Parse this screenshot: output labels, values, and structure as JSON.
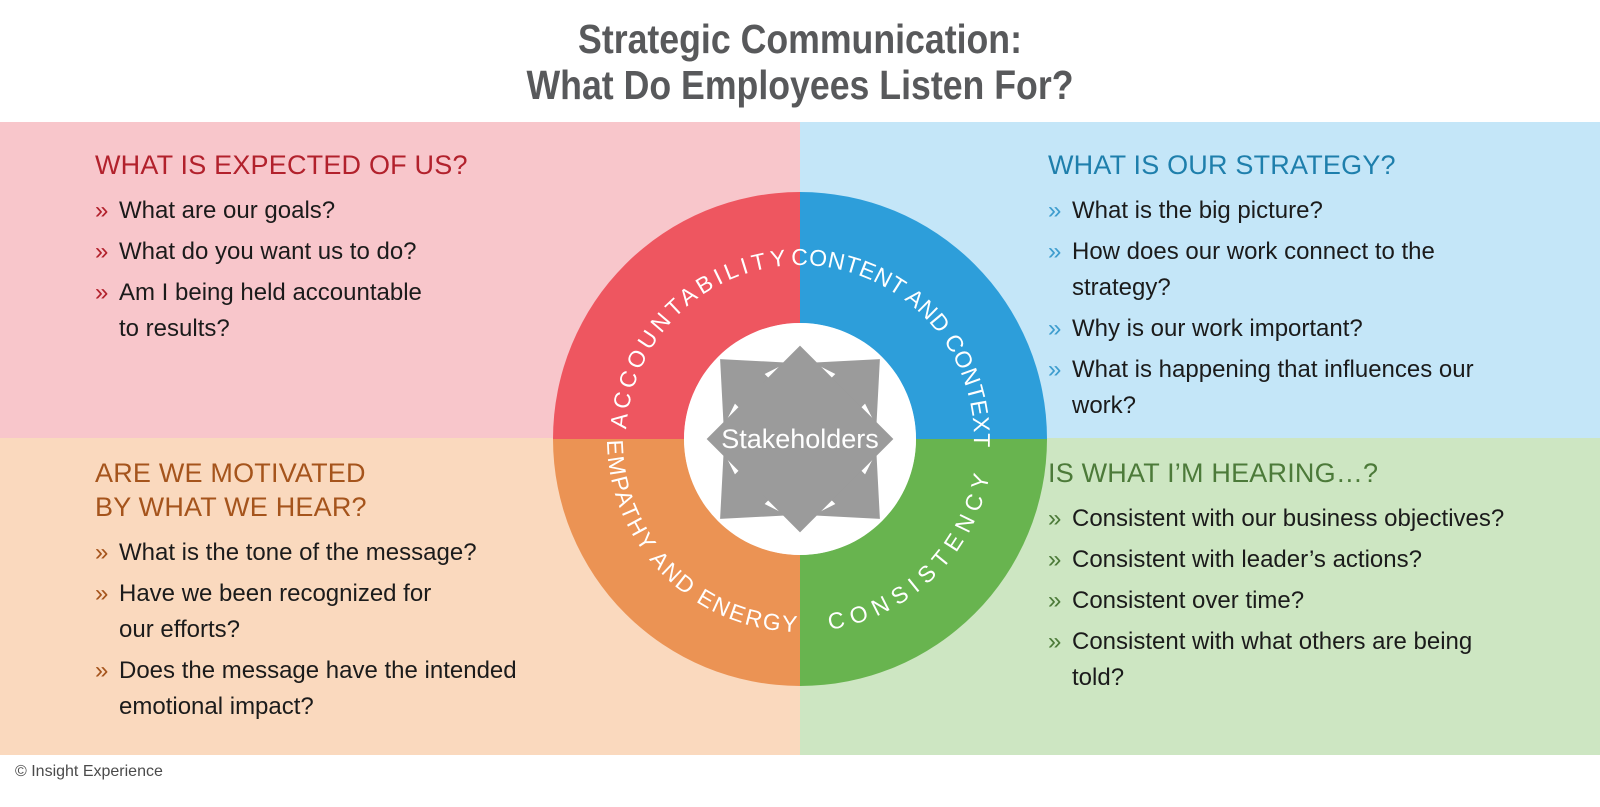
{
  "title": {
    "line1": "Strategic Communication:",
    "line2": "What Do Employees Listen For?"
  },
  "bullet_marker": "»",
  "quadrants": [
    {
      "id": "expected",
      "bg_color": "#F8C6CB",
      "heading_color": "#B2212C",
      "marker_color": "#B2212C",
      "heading": "WHAT IS EXPECTED OF US?",
      "bullets": [
        "What are our goals?",
        "What do you want us to do?",
        "Am I being held accountable\nto results?"
      ]
    },
    {
      "id": "strategy",
      "bg_color": "#C4E6F8",
      "heading_color": "#1E7FAC",
      "marker_color": "#3E9DCE",
      "heading": "WHAT IS OUR STRATEGY?",
      "bullets": [
        "What is the big picture?",
        "How does our work connect to the\nstrategy?",
        "Why is our work important?",
        "What is happening that influences our\nwork?"
      ]
    },
    {
      "id": "motivated",
      "bg_color": "#FAD9BE",
      "heading_color": "#A5541C",
      "marker_color": "#A5541C",
      "heading": "ARE WE MOTIVATED\nBY WHAT WE HEAR?",
      "bullets": [
        "What is the tone of the message?",
        "Have we been recognized for\nour efforts?",
        "Does the message have the intended\nemotional impact?"
      ]
    },
    {
      "id": "hearing",
      "bg_color": "#CDE6C2",
      "heading_color": "#4C7A39",
      "marker_color": "#4C7A39",
      "heading": "IS WHAT I’M HEARING…?",
      "bullets": [
        "Consistent with our business objectives?",
        "Consistent with leader’s actions?",
        "Consistent over time?",
        "Consistent with what others are being\ntold?"
      ]
    }
  ],
  "ring": {
    "segments": [
      {
        "id": "accountability",
        "label": "ACCOUNTABILITY",
        "color": "#EE5660"
      },
      {
        "id": "content-and-context",
        "label": "CONTENT AND CONTEXT",
        "color": "#2D9EDA"
      },
      {
        "id": "consistency",
        "label": "CONSISTENCY",
        "color": "#68B44F"
      },
      {
        "id": "empathy-and-energy",
        "label": "EMPATHY AND ENERGY",
        "color": "#EB9354"
      }
    ],
    "center": {
      "label": "Stakeholders",
      "icon_color": "#9B9B9B"
    }
  },
  "footer": {
    "copyright": "© Insight Experience"
  }
}
